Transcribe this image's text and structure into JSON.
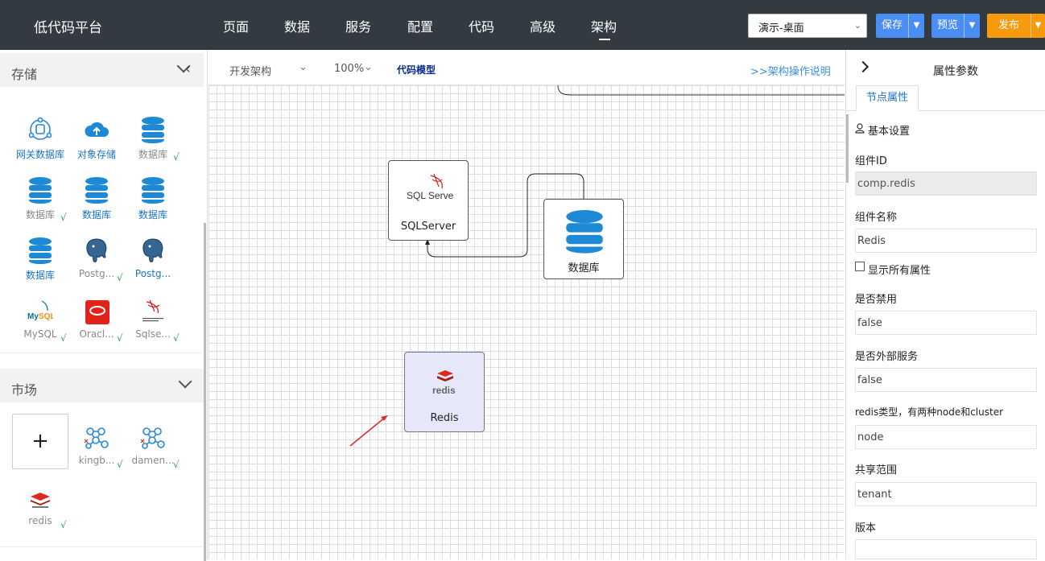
{
  "header": {
    "title": "低代码平台",
    "nav": [
      "页面",
      "数据",
      "服务",
      "配置",
      "代码",
      "高级",
      "架构"
    ],
    "env_select": "演示-桌面",
    "save": "保存",
    "preview": "预览",
    "publish": "发布"
  },
  "left": {
    "storage_title": "存储",
    "market_title": "市场",
    "storage_items": [
      {
        "label": "网关数据库",
        "icon": "gateway-database-icon",
        "checked": false
      },
      {
        "label": "对象存储",
        "icon": "cloud-upload-icon",
        "checked": false
      },
      {
        "label": "数据库",
        "icon": "database-icon",
        "checked": true
      },
      {
        "label": "数据库",
        "icon": "database-icon",
        "checked": true
      },
      {
        "label": "数据库",
        "icon": "database-icon",
        "checked": false
      },
      {
        "label": "数据库",
        "icon": "database-icon",
        "checked": false
      },
      {
        "label": "数据库",
        "icon": "database-icon",
        "checked": false
      },
      {
        "label": "Postg...",
        "icon": "postgresql-icon",
        "checked": true
      },
      {
        "label": "Postg...",
        "icon": "postgresql-icon",
        "checked": false
      },
      {
        "label": "MySQL",
        "icon": "mysql-icon",
        "checked": true
      },
      {
        "label": "Oracl...",
        "icon": "oracle-icon",
        "checked": true
      },
      {
        "label": "Sqlse...",
        "icon": "sqlserver-icon",
        "checked": true
      }
    ],
    "add_label": "+",
    "market_items": [
      {
        "label": "kingb...",
        "icon": "network-nodes-icon",
        "checked": true
      },
      {
        "label": "damen...",
        "icon": "network-nodes-icon",
        "checked": true
      },
      {
        "label": "redis",
        "icon": "redis-icon",
        "checked": true
      }
    ],
    "check_mark": "√"
  },
  "toolbar": {
    "mode": "开发架构",
    "zoom": "100%",
    "model": "代码模型",
    "help": ">>架构操作说明"
  },
  "canvas": {
    "nodes": [
      {
        "label": "SQLServer",
        "logo": "SQL Server"
      },
      {
        "label": "数据库"
      },
      {
        "label": "Redis",
        "logo": "redis"
      }
    ]
  },
  "props": {
    "title": "属性参数",
    "tab": "节点属性",
    "section": "基本设置",
    "show_all": "显示所有属性",
    "fields": [
      {
        "label": "组件ID",
        "value": "comp.redis"
      },
      {
        "label": "组件名称",
        "value": "Redis"
      },
      {
        "label": "是否禁用",
        "value": "false"
      },
      {
        "label": "是否外部服务",
        "value": "false"
      },
      {
        "label": "redis类型，有两种node和cluster",
        "value": "node"
      },
      {
        "label": "共享范围",
        "value": "tenant"
      },
      {
        "label": "版本",
        "value": ""
      }
    ]
  },
  "colors": {
    "header": "#333a40",
    "accent": "#4a8ef5",
    "publish": "#f79a0e",
    "redis_node": "#e6e8fa",
    "link": "#1a73c9"
  }
}
